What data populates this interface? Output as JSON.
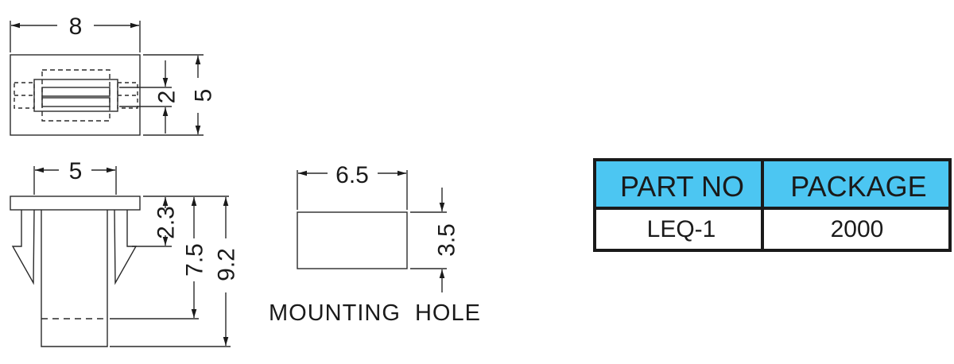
{
  "top_view": {
    "width": "8",
    "height": "5",
    "slot": "2"
  },
  "side_view": {
    "width": "5",
    "flange": "2.3",
    "body": "7.5",
    "total": "9.2"
  },
  "mounting_hole": {
    "width": "6.5",
    "height": "3.5",
    "caption": "MOUNTING  HOLE"
  },
  "table": {
    "header_bg": "#4cc6f2",
    "headers": [
      "PART NO",
      "PACKAGE"
    ],
    "row": [
      "LEQ-1",
      "2000"
    ]
  }
}
